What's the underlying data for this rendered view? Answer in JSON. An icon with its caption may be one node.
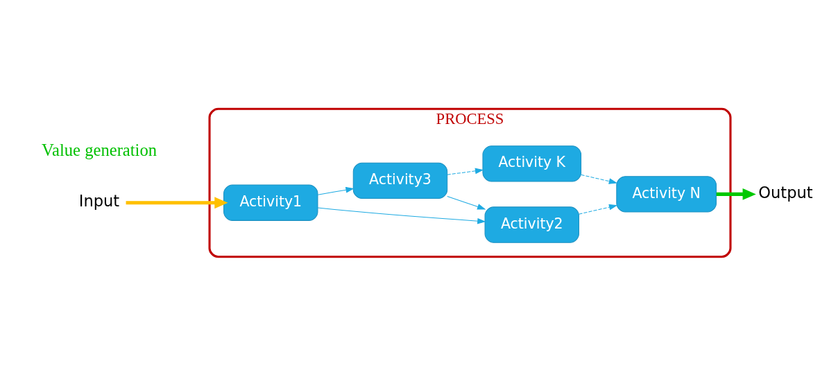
{
  "diagram": {
    "nodes": [
      {
        "text": [
          "Input"
        ]
      },
      {
        "text": [
          "PROCESS"
        ]
      },
      {
        "text": [
          "Activity1"
        ],
        "in": 1
      },
      {
        "text": [
          "Activity2"
        ],
        "in": 1
      },
      {
        "text": [
          "Activity N"
        ],
        "in": 1
      },
      {
        "text": [
          "Activity3"
        ],
        "in": 1
      },
      {
        "text": [
          "Activity K"
        ],
        "in": 1
      },
      {
        "text": [
          "Output"
        ]
      }
    ],
    "edges": [
      {
        "from": 0,
        "to": 2,
        "arrow": "to",
        "style": "thick",
        "color": "#ffc000"
      },
      {
        "from": 2,
        "to": 3,
        "arrow": "to"
      },
      {
        "from": 3,
        "to": 4,
        "arrow": "to",
        "style": "dashed"
      },
      {
        "from": 2,
        "to": 5,
        "arrow": "to"
      },
      {
        "from": 5,
        "to": 3,
        "arrow": "to"
      },
      {
        "from": 5,
        "to": 6,
        "arrow": "to",
        "style": "dashed"
      },
      {
        "from": 6,
        "to": 4,
        "arrow": "to",
        "style": "dashed"
      },
      {
        "from": 4,
        "to": 7,
        "arrow": "to",
        "style": "thick",
        "color": "#00c800"
      }
    ],
    "labels": [
      "Value generation"
    ]
  }
}
